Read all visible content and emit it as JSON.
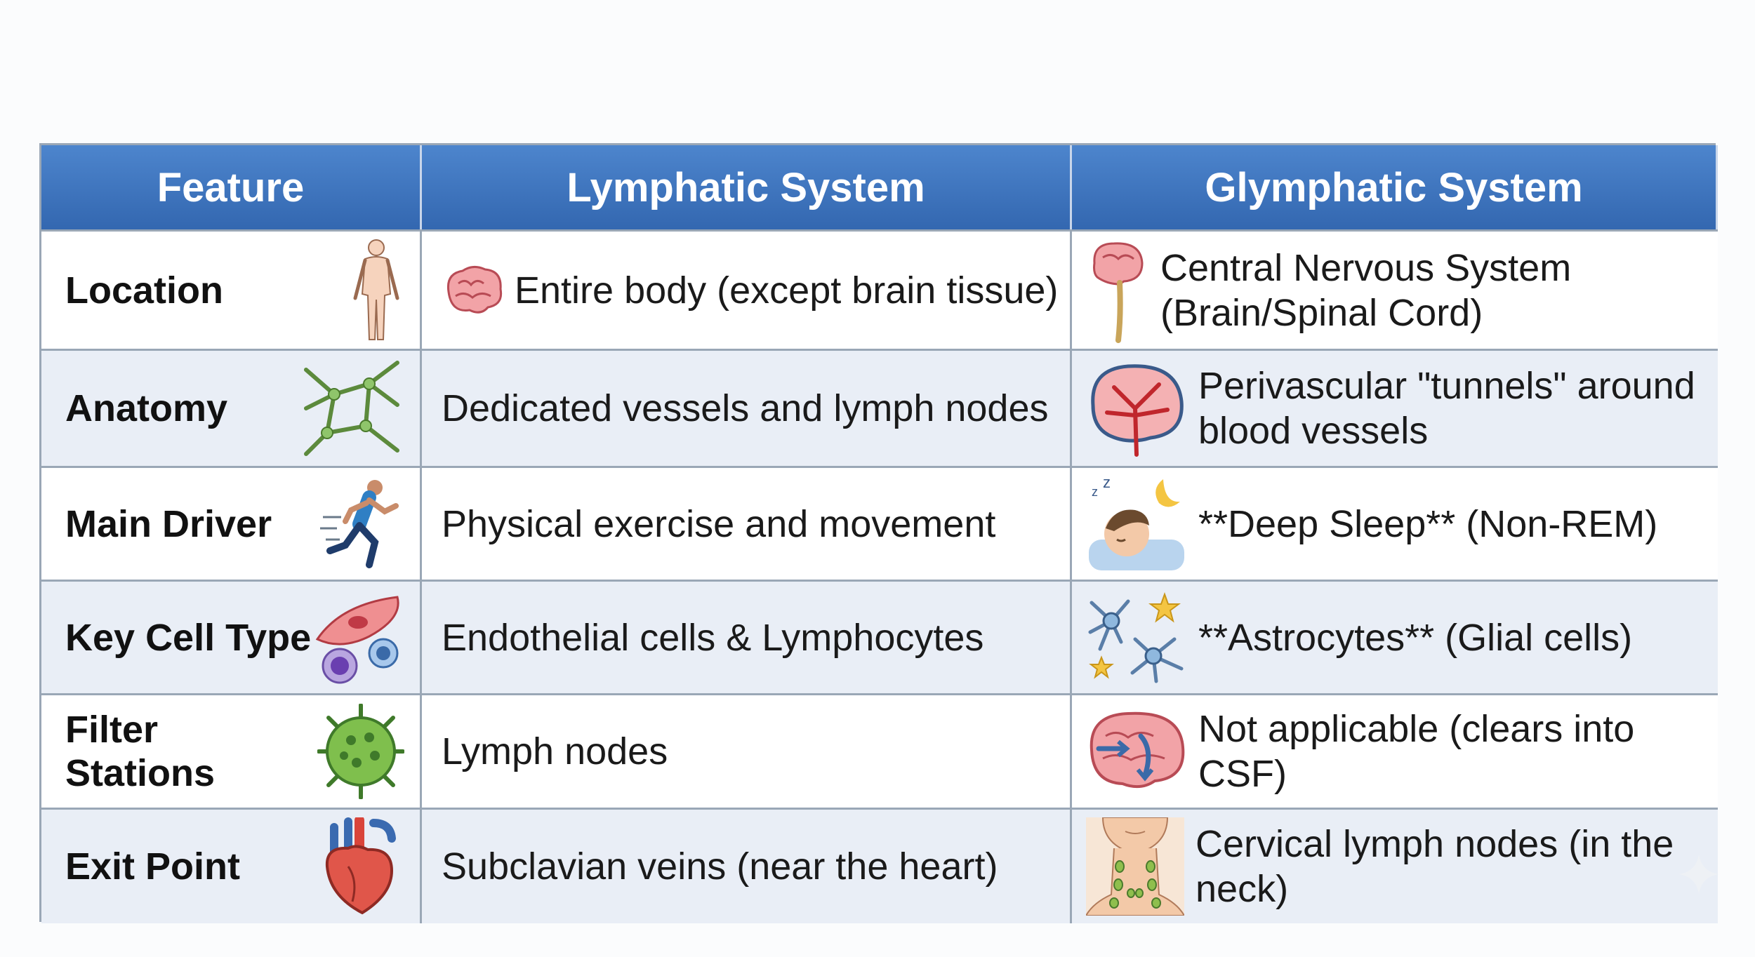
{
  "table": {
    "headers": [
      "Feature",
      "Lymphatic System",
      "Glymphatic System"
    ],
    "rows": [
      {
        "feature": "Location",
        "feature_icon": "human-body-icon",
        "lymphatic": "Entire body (except brain tissue)",
        "lymphatic_icon": "brain-icon",
        "glymphatic": "Central Nervous System (Brain/Spinal Cord)",
        "glymphatic_icon": "brain-spinal-cord-icon"
      },
      {
        "feature": "Anatomy",
        "feature_icon": "lymph-vessel-network-icon",
        "lymphatic": "Dedicated vessels and lymph nodes",
        "glymphatic": "Perivascular \"tunnels\" around blood vessels",
        "glymphatic_icon": "brain-blood-vessels-icon"
      },
      {
        "feature": "Main Driver",
        "feature_icon": "runner-icon",
        "lymphatic": "Physical exercise and movement",
        "glymphatic": "**Deep Sleep** (Non-REM)",
        "glymphatic_icon": "sleeping-person-icon"
      },
      {
        "feature": "Key Cell Type",
        "feature_icon": "cells-icon",
        "lymphatic": "Endothelial cells & Lymphocytes",
        "glymphatic": "**Astrocytes** (Glial cells)",
        "glymphatic_icon": "astrocytes-icon"
      },
      {
        "feature": "Filter Stations",
        "feature_icon": "lymph-node-icon",
        "lymphatic": "Lymph nodes",
        "glymphatic": "Not applicable (clears into CSF)",
        "glymphatic_icon": "brain-csf-flow-icon"
      },
      {
        "feature": "Exit Point",
        "feature_icon": "heart-icon",
        "lymphatic": "Subclavian veins (near the heart)",
        "glymphatic": "Cervical lymph nodes (in the neck)",
        "glymphatic_icon": "neck-lymph-nodes-icon"
      }
    ]
  },
  "colors": {
    "header_top": "#4d85cd",
    "header_bottom": "#3367b0",
    "row_alt": "#e9eef6",
    "border": "#9aa7b6"
  }
}
